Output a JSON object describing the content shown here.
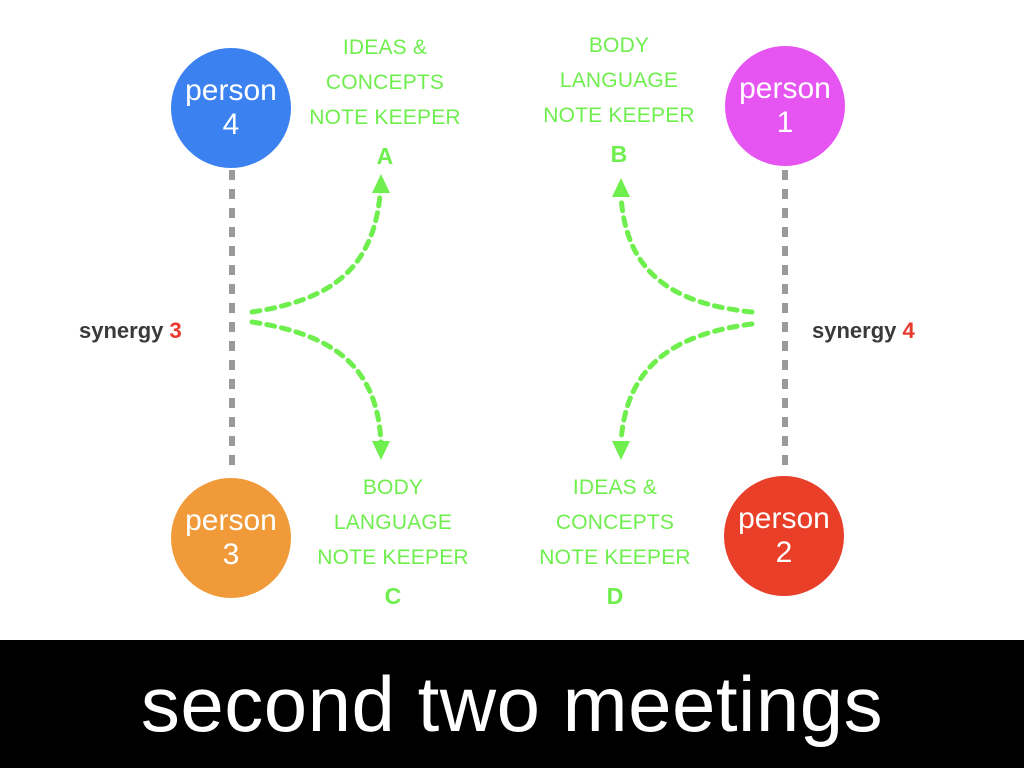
{
  "colors": {
    "person1": "#e654f2",
    "person2": "#e93f28",
    "person3": "#f09a3a",
    "person4": "#3b82f0",
    "keeper_text": "#6fef4e",
    "arrow": "#6fef4e",
    "link": "#9a9a9a",
    "synergy_number": "#e8392c"
  },
  "persons": [
    {
      "id": "p4",
      "word": "person",
      "number": "4"
    },
    {
      "id": "p1",
      "word": "person",
      "number": "1"
    },
    {
      "id": "p3",
      "word": "person",
      "number": "3"
    },
    {
      "id": "p2",
      "word": "person",
      "number": "2"
    }
  ],
  "keepers": {
    "A": {
      "lines": [
        "IDEAS &",
        "CONCEPTS",
        "NOTE KEEPER"
      ],
      "letter": "A"
    },
    "B": {
      "lines": [
        "BODY",
        "LANGUAGE",
        "NOTE KEEPER"
      ],
      "letter": "B"
    },
    "C": {
      "lines": [
        "BODY",
        "LANGUAGE",
        "NOTE KEEPER"
      ],
      "letter": "C"
    },
    "D": {
      "lines": [
        "IDEAS &",
        "CONCEPTS",
        "NOTE KEEPER"
      ],
      "letter": "D"
    }
  },
  "synergy": {
    "left": {
      "label": "synergy",
      "number": "3"
    },
    "right": {
      "label": "synergy",
      "number": "4"
    }
  },
  "title": "second two meetings"
}
